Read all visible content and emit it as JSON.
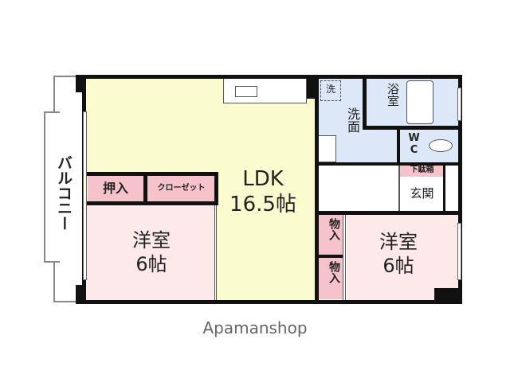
{
  "rooms": {
    "balcony": "バルコニー",
    "ldk_name": "LDK",
    "ldk_size": "16.5帖",
    "oshiire": "押入",
    "closet": "クローゼット",
    "west_room_left_name": "洋室",
    "west_room_left_size": "6帖",
    "west_room_right_name": "洋室",
    "west_room_right_size": "6帖",
    "storage_1": "物入",
    "storage_2": "物入",
    "washroom": "洗面",
    "washer": "洗",
    "bath": "浴室",
    "wc": "WC",
    "shoe_box": "下駄箱",
    "entrance": "玄関"
  },
  "brand": "Apamanshop",
  "colors": {
    "ldk": "#fbfbd0",
    "bedroom": "#fde9ea",
    "closet": "#f5c3c9",
    "wet": "#dce8f8"
  }
}
